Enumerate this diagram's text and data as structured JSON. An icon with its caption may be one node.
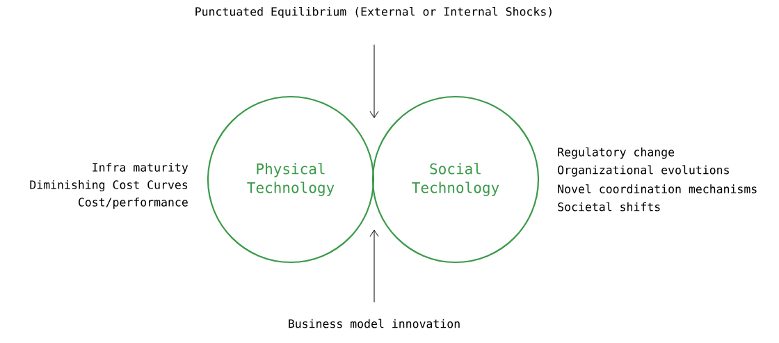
{
  "diagram": {
    "nodes": [
      {
        "text": [
          "Punctuated Equilibrium (External or Internal Shocks)"
        ]
      },
      {
        "text": [
          "Physical Technology"
        ],
        "beside": [
          "Infra maturity",
          "Diminishing Cost Curves",
          "Cost/performance"
        ]
      },
      {
        "text": [
          "Social Technology"
        ],
        "beside": [
          "Regulatory change",
          "Organizational evolutions",
          "Novel coordination mechanisms",
          "Societal shifts"
        ]
      },
      {
        "text": [
          "Business model innovation"
        ]
      }
    ],
    "edges": [
      {
        "from": 0,
        "to": null,
        "arrow": "to"
      },
      {
        "from": 3,
        "to": null,
        "arrow": "to"
      }
    ]
  }
}
